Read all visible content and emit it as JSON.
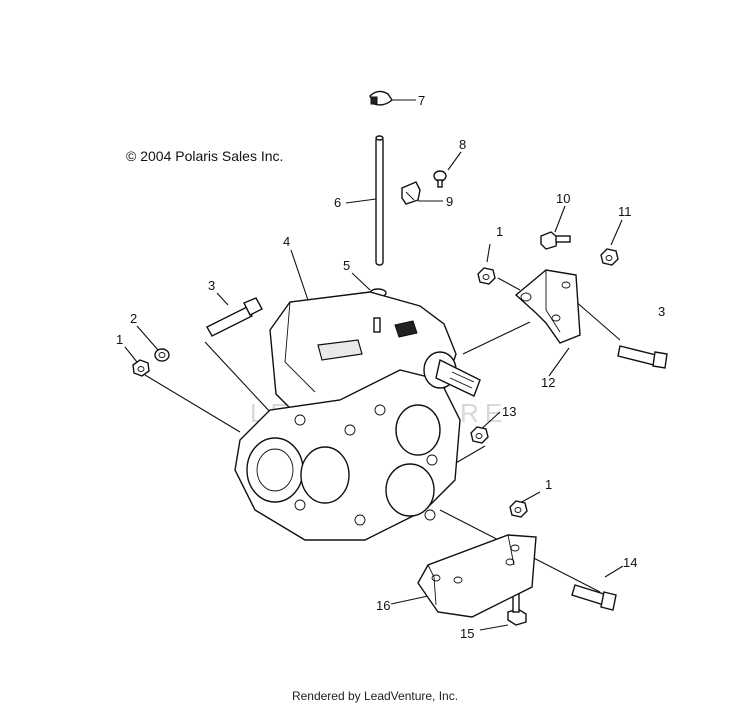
{
  "copyright": "© 2004 Polaris Sales Inc.",
  "footer": "Rendered by LeadVenture, Inc.",
  "watermark": "LEADVENTURE",
  "callouts": [
    "1",
    "2",
    "1",
    "3",
    "4",
    "5",
    "6",
    "7",
    "8",
    "9",
    "10",
    "11",
    "1",
    "3",
    "12",
    "13",
    "1",
    "14",
    "16",
    "15"
  ]
}
